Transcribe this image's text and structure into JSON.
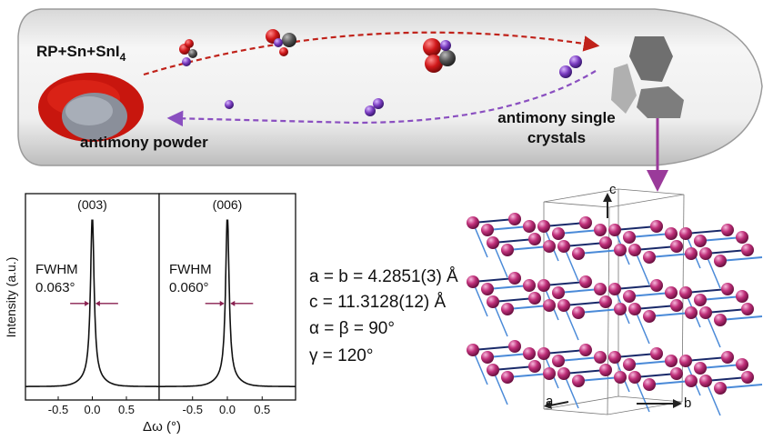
{
  "tube": {
    "reactants_label": "RP+Sn+SnI",
    "reactants_subscript": "4",
    "source_label": "antimony powder",
    "product_label_line1": "antimony single",
    "product_label_line2": "crystals"
  },
  "lattice": {
    "line1": "a = b = 4.2851(3)  Å",
    "line2": "c = 11.3128(12)  Å",
    "line3": "α = β = 90°",
    "line4": "γ = 120°",
    "axis_a": "a",
    "axis_b": "b",
    "axis_c": "c"
  },
  "colors": {
    "red_arrow": "#c0221a",
    "purple_arrow": "#8a4fc0",
    "atom": "#c0307a",
    "fwhm_arrow": "#8a2050",
    "tube_stroke": "#9a9a9a"
  },
  "chart_data": [
    {
      "type": "line",
      "title": "(003)",
      "annotation_line1": "FWHM",
      "annotation_line2": "0.063°",
      "fwhm": 0.063,
      "peak_center": 0.0,
      "xlabel": "Δω (°)",
      "ylabel": "Intensity (a.u.)",
      "xlim": [
        -0.98,
        0.98
      ],
      "ylim": [
        -0.08,
        1.16
      ],
      "xticks": [
        -0.5,
        0.0,
        0.5
      ],
      "xtick_labels": [
        "-0.5",
        "0.0",
        "0.5"
      ],
      "grid": false
    },
    {
      "type": "line",
      "title": "(006)",
      "annotation_line1": "FWHM",
      "annotation_line2": "0.060°",
      "fwhm": 0.06,
      "peak_center": 0.0,
      "xlabel": "Δω (°)",
      "ylabel": "Intensity (a.u.)",
      "xlim": [
        -0.98,
        0.98
      ],
      "ylim": [
        -0.08,
        1.16
      ],
      "xticks": [
        -0.5,
        0.0,
        0.5
      ],
      "xtick_labels": [
        "-0.5",
        "0.0",
        "0.5"
      ],
      "grid": false
    }
  ]
}
